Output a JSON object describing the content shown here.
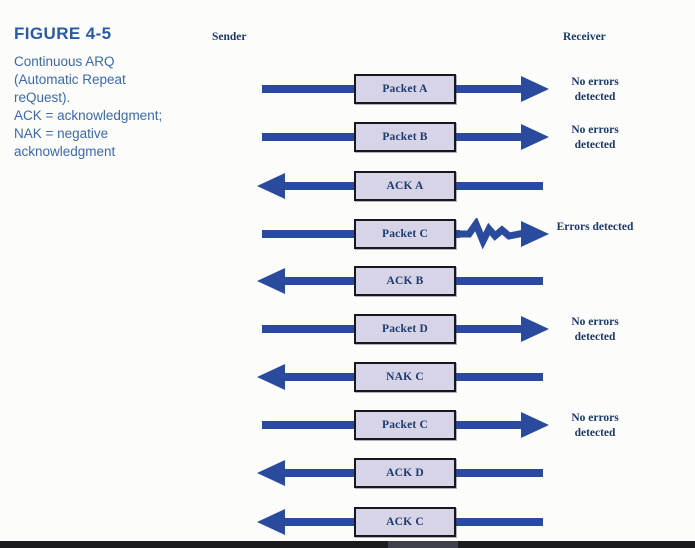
{
  "figure": {
    "label": "FIGURE 4-5",
    "caption_lines": [
      "Continuous ARQ",
      "(Automatic Repeat",
      "reQuest).",
      "ACK = acknowledgment;",
      "NAK = negative",
      "acknowledgment"
    ]
  },
  "diagram": {
    "sender_label": "Sender",
    "receiver_label": "Receiver",
    "rows": [
      {
        "label": "Packet A",
        "direction": "right",
        "status": "No errors detected",
        "corrupted": false
      },
      {
        "label": "Packet B",
        "direction": "right",
        "status": "No errors detected",
        "corrupted": false
      },
      {
        "label": "ACK A",
        "direction": "left",
        "status": "",
        "corrupted": false
      },
      {
        "label": "Packet C",
        "direction": "right",
        "status": "Errors detected",
        "corrupted": true
      },
      {
        "label": "ACK B",
        "direction": "left",
        "status": "",
        "corrupted": false
      },
      {
        "label": "Packet D",
        "direction": "right",
        "status": "No errors detected",
        "corrupted": false
      },
      {
        "label": "NAK C",
        "direction": "left",
        "status": "",
        "corrupted": false
      },
      {
        "label": "Packet C",
        "direction": "right",
        "status": "No errors detected",
        "corrupted": false
      },
      {
        "label": "ACK D",
        "direction": "left",
        "status": "",
        "corrupted": false
      },
      {
        "label": "ACK C",
        "direction": "left",
        "status": "",
        "corrupted": false
      }
    ]
  },
  "colors": {
    "arrow_blue": "#2a4b9d",
    "box_fill": "#d7d4e8",
    "box_border": "#17171f",
    "diagram_text_navy": "#1d3a6d",
    "caption_blue": "#3b68ae",
    "heading_blue": "#2a5aa6"
  }
}
